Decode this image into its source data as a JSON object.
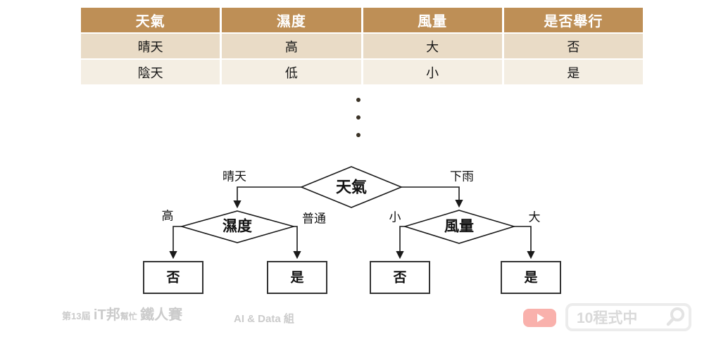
{
  "table": {
    "headers": [
      "天氣",
      "濕度",
      "風量",
      "是否舉行"
    ],
    "rows": [
      [
        "晴天",
        "高",
        "大",
        "否"
      ],
      [
        "陰天",
        "低",
        "小",
        "是"
      ]
    ]
  },
  "tree": {
    "root": "天氣",
    "root_left_branch": "晴天",
    "root_right_branch": "下雨",
    "left_node": "濕度",
    "left_node_left_branch": "高",
    "left_node_right_branch": "普通",
    "right_node": "風量",
    "right_node_left_branch": "小",
    "right_node_right_branch": "大",
    "leaves": [
      "否",
      "是",
      "否",
      "是"
    ]
  },
  "footer": {
    "contest_prefix": "第13屆",
    "contest_brand": "iT邦",
    "contest_brand_small": "幫忙",
    "contest_suffix": "鐵人賽",
    "group": "AI & Data 組",
    "channel": "10程式中"
  },
  "colors": {
    "table_header_bg": "#BE8F56",
    "table_row1_bg": "#E9DBC6",
    "table_row2_bg": "#F4EEE3",
    "table_header_text": "#FFFFFF",
    "tree_line": "#1A1A1A",
    "watermark_gray": "#CBCBCB",
    "play_button_pink": "#F9B1AC",
    "search_border": "#ECECEC"
  }
}
